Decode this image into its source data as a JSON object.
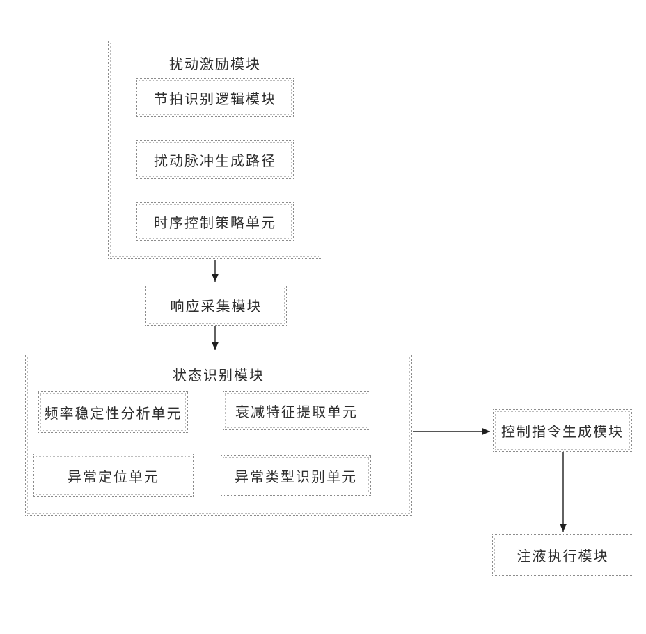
{
  "diagram": {
    "colors": {
      "background": "#ffffff",
      "connector_line": "#1f1f1f",
      "box_border": "#8c8c8c",
      "text": "#2e2e2e"
    },
    "excitation_module": {
      "title": "扰动激励模块",
      "units": [
        {
          "label": "节拍识别逻辑模块"
        },
        {
          "label": "扰动脉冲生成路径"
        },
        {
          "label": "时序控制策略单元"
        }
      ]
    },
    "response_module": {
      "label": "响应采集模块"
    },
    "state_module": {
      "title": "状态识别模块",
      "units": [
        {
          "label": "频率稳定性分析单元"
        },
        {
          "label": "衰减特征提取单元"
        },
        {
          "label": "异常定位单元"
        },
        {
          "label": "异常类型识别单元"
        }
      ]
    },
    "control_module": {
      "label": "控制指令生成模块"
    },
    "injection_module": {
      "label": "注液执行模块"
    }
  }
}
